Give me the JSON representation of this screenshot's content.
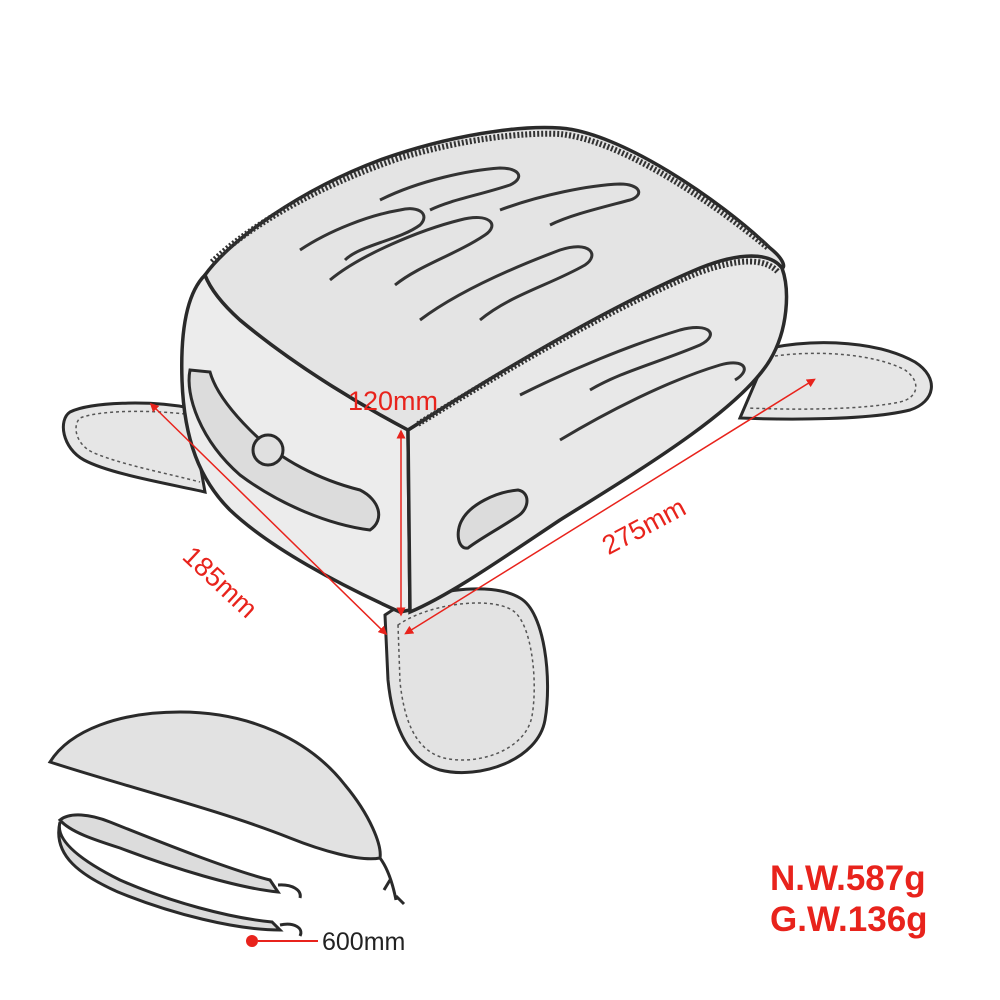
{
  "dimensions": {
    "height": "120mm",
    "depth": "185mm",
    "width": "275mm",
    "strap_length": "600mm"
  },
  "weights": {
    "net": "N.W.587g",
    "gross": "G.W.136g"
  },
  "colors": {
    "annotation": "#e8231c",
    "outline": "#2a2a2a",
    "fill": "#e9e9e9"
  }
}
